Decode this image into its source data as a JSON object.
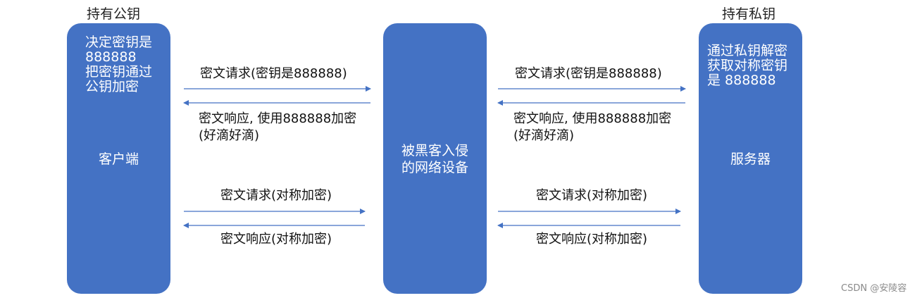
{
  "client": {
    "caption": "持有公钥",
    "note": "决定密钥是\n888888\n把密钥通过\n公钥加密",
    "label": "客户端"
  },
  "attacker": {
    "label": "被黑客入侵\n的网络设备"
  },
  "server": {
    "caption": "持有私钥",
    "note": "通过私钥解密\n获取对称密钥\n是 888888",
    "label": "服务器"
  },
  "messages": {
    "left_request_key": "密文请求(密钥是888888)",
    "left_response_key": "密文响应, 使用888888加密\n(好滴好滴)",
    "left_request_sym": "密文请求(对称加密)",
    "left_response_sym": "密文响应(对称加密)",
    "right_request_key": "密文请求(密钥是888888)",
    "right_response_key": "密文响应, 使用888888加密\n(好滴好滴)",
    "right_request_sym": "密文请求(对称加密)",
    "right_response_sym": "密文响应(对称加密)"
  },
  "colors": {
    "box_fill": "#4472c4",
    "arrow": "#4472c4",
    "box_text": "#ffffff"
  },
  "watermark": "CSDN @安陵容"
}
